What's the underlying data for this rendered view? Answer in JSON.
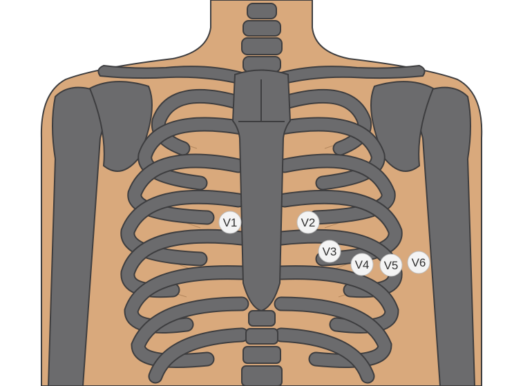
{
  "electrodes": [
    {
      "id": "v1",
      "label": "V1"
    },
    {
      "id": "v2",
      "label": "V2"
    },
    {
      "id": "v3",
      "label": "V3"
    },
    {
      "id": "v4",
      "label": "V4"
    },
    {
      "id": "v5",
      "label": "V5"
    },
    {
      "id": "v6",
      "label": "V6"
    }
  ],
  "colors": {
    "skin": "#d9a97c",
    "bone": "#6b6b6d",
    "bone_outline": "#3d3d3f",
    "electrode_fill": "#f4f4f4"
  }
}
